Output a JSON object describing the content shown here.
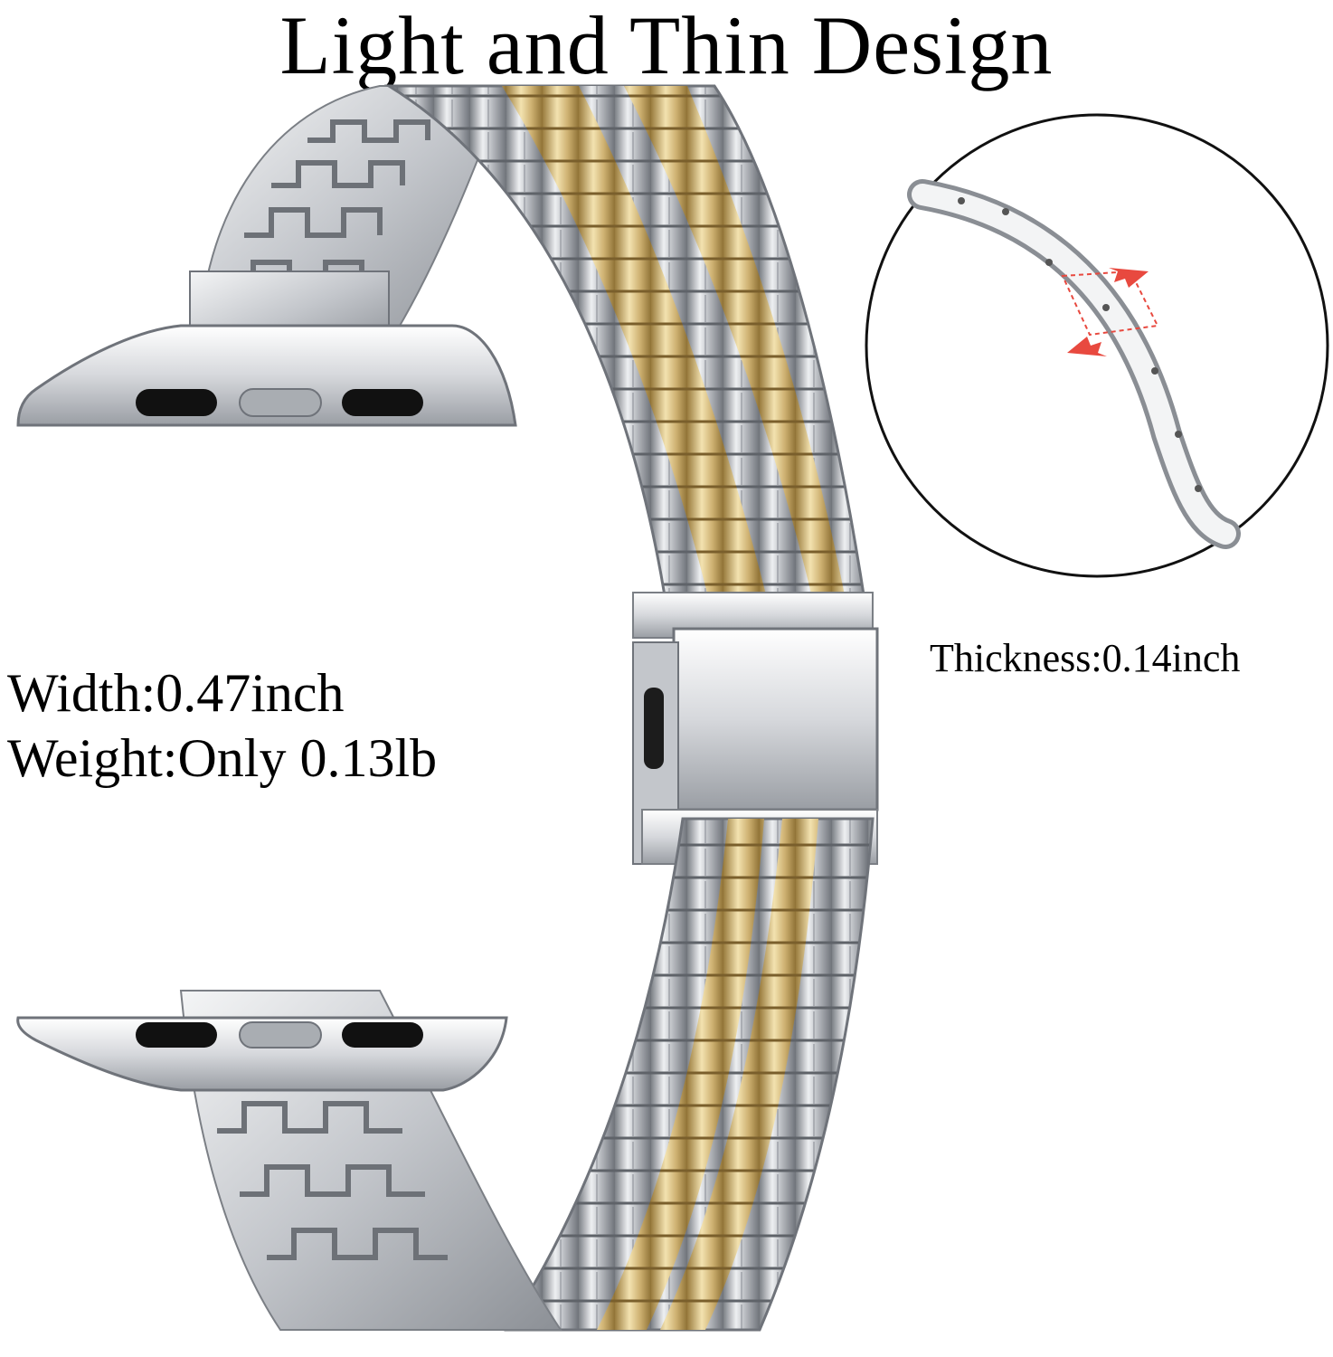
{
  "title": "Light and Thin Design",
  "specs": {
    "width": "Width:0.47inch",
    "weight": "Weight:Only 0.13lb"
  },
  "detail": {
    "thickness": "Thickness:0.14inch"
  },
  "colors": {
    "silver": "#c9ccd1",
    "silver_dark": "#8a8e94",
    "gold": "#dcc48a",
    "gold_dark": "#a88a4a",
    "arrow": "#e8493f"
  }
}
